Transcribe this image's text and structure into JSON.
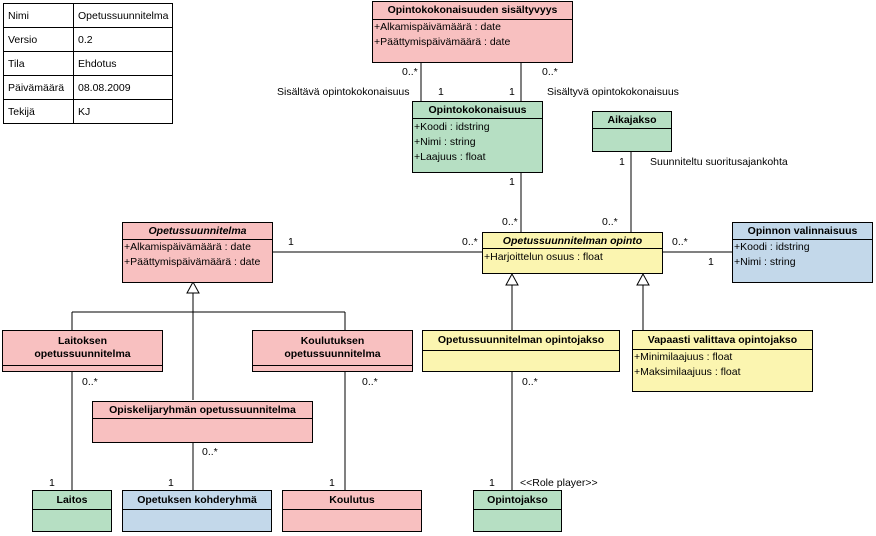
{
  "metadata": [
    {
      "key": "Nimi",
      "value": "Opetussuunnitelma"
    },
    {
      "key": "Versio",
      "value": "0.2"
    },
    {
      "key": "Tila",
      "value": "Ehdotus"
    },
    {
      "key": "Päivämäärä",
      "value": "08.08.2009"
    },
    {
      "key": "Tekijä",
      "value": "KJ"
    }
  ],
  "classes": {
    "sisaltyvyys": {
      "name": "Opintokokonaisuuden sisältyvyys",
      "attrs": [
        "+Alkamispäivämäärä : date",
        "+Päättymispäivämäärä : date"
      ]
    },
    "opintokokonaisuus": {
      "name": "Opintokokonaisuus",
      "attrs": [
        "+Koodi : idstring",
        "+Nimi : string",
        "+Laajuus : float"
      ]
    },
    "aikajakso": {
      "name": "Aikajakso",
      "attrs": []
    },
    "opetussuunnitelma": {
      "name": "Opetussuunnitelma",
      "attrs": [
        "+Alkamispäivämäärä : date",
        "+Päättymispäivämäärä : date"
      ]
    },
    "ops_opinto": {
      "name": "Opetussuunnitelman opinto",
      "attrs": [
        "+Harjoittelun osuus : float"
      ]
    },
    "valinnaisuus": {
      "name": "Opinnon valinnaisuus",
      "attrs": [
        "+Koodi : idstring",
        "+Nimi : string"
      ]
    },
    "laitoksen_ops": {
      "name_line1": "Laitoksen",
      "name_line2": "opetussuunnitelma",
      "attrs": []
    },
    "koulutuksen_ops": {
      "name_line1": "Koulutuksen",
      "name_line2": "opetussuunnitelma",
      "attrs": []
    },
    "ryhman_ops": {
      "name": "Opiskelijaryhmän opetussuunnitelma",
      "attrs": []
    },
    "ops_opintojakso": {
      "name": "Opetussuunnitelman opintojakso",
      "attrs": []
    },
    "vapaasti": {
      "name": "Vapaasti valittava opintojakso",
      "attrs": [
        "+Minimilaajuus : float",
        "+Maksimilaajuus : float"
      ]
    },
    "laitos": {
      "name": "Laitos",
      "attrs": []
    },
    "kohderyhma": {
      "name": "Opetuksen kohderyhmä",
      "attrs": []
    },
    "koulutus": {
      "name": "Koulutus",
      "attrs": []
    },
    "opintojakso": {
      "name": "Opintojakso",
      "attrs": []
    }
  },
  "labels": {
    "sisaltava": "Sisältävä opintokokonaisuus",
    "sisaltyva": "Sisältyvä opintokokonaisuus",
    "suunniteltu": "Suunniteltu suoritusajankohta",
    "role_player": "<<Role player>>",
    "m_sis_left": "0..*",
    "m_ok_left": "1",
    "m_ok_right": "1",
    "m_sis_right": "0..*",
    "m_ok_bottom": "1",
    "m_oo_top_left": "0..*",
    "m_aika": "1",
    "m_oo_top_right": "0..*",
    "m_ops_right": "1",
    "m_oo_left": "0..*",
    "m_oo_right": "0..*",
    "m_val_left": "1",
    "m_laitos_ops": "0..*",
    "m_laitos": "1",
    "m_koul_ops": "0..*",
    "m_koulutus": "1",
    "m_ryhma_ops": "0..*",
    "m_kohderyhma": "1",
    "m_jakso_ops": "0..*",
    "m_opintojakso": "1"
  },
  "colors": {
    "pink": "#f8c0c0",
    "green": "#b6dfc3",
    "yellow": "#fbf5b0",
    "blue": "#c3d8ea",
    "line": "#000000"
  }
}
